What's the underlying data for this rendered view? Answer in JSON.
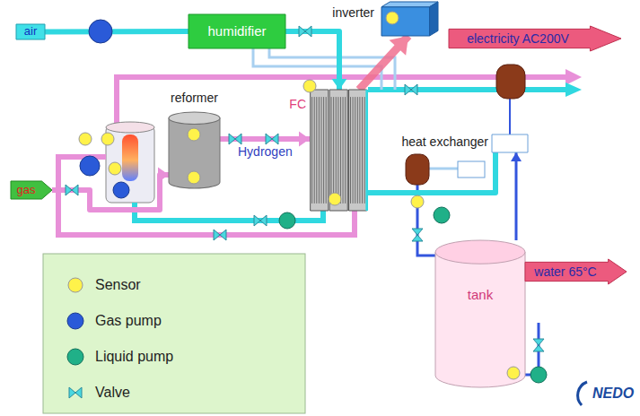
{
  "diagram": {
    "nodes": [
      {
        "text": [
          "air"
        ]
      },
      {
        "text": [
          "humidifier"
        ]
      },
      {
        "text": [
          "inverter"
        ]
      },
      {
        "text": [
          "electricity AC200V"
        ]
      },
      {
        "text": [
          "reformer"
        ]
      },
      {
        "text": [
          "FC"
        ]
      },
      {
        "text": [
          "gas"
        ]
      },
      {
        "text": [
          "heat exchanger"
        ]
      },
      {
        "text": [
          "tank"
        ]
      },
      {
        "text": [
          "water 65°C"
        ]
      }
    ],
    "edges": [
      {
        "from": 0,
        "to": 1,
        "arrow": "none"
      },
      {
        "from": 1,
        "to": 5,
        "arrow": "to"
      },
      {
        "from": 5,
        "to": 2,
        "arrow": "to"
      },
      {
        "from": 4,
        "to": 5,
        "label": "Hydrogen",
        "arrow": "to"
      },
      {
        "from": 6,
        "to": 4,
        "arrow": "to"
      },
      {
        "from": 5,
        "to": 7,
        "arrow": "none"
      },
      {
        "from": 8,
        "to": 7,
        "arrow": "to"
      }
    ],
    "labels": [
      "NEDO"
    ],
    "legend": [
      {
        "text": "Sensor"
      },
      {
        "text": "Gas pump"
      },
      {
        "text": "Liquid pump"
      },
      {
        "text": "Valve"
      }
    ]
  }
}
